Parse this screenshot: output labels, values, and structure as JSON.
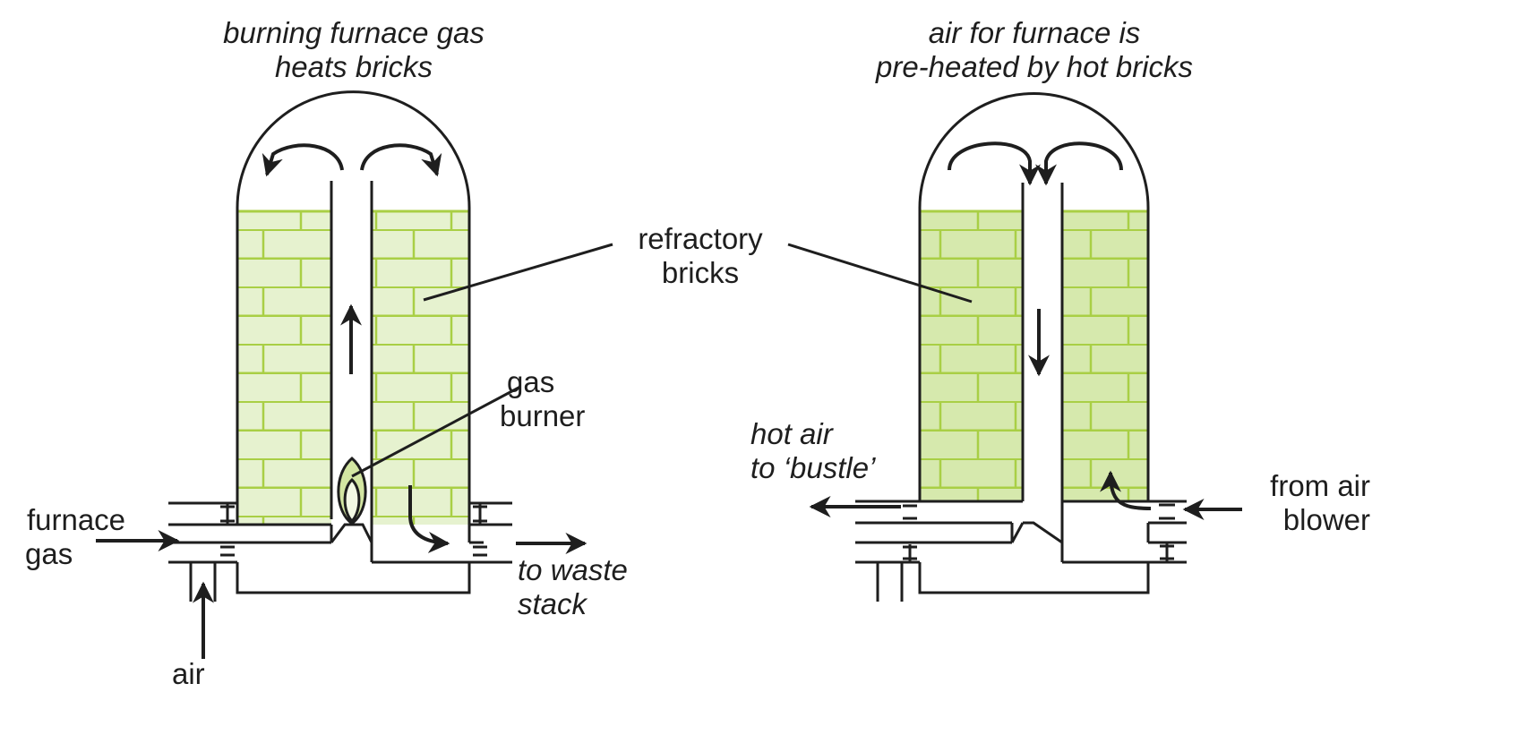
{
  "left_stove": {
    "caption_line1": "burning furnace gas",
    "caption_line2": "heats bricks",
    "inlet_gas_line1": "furnace",
    "inlet_gas_line2": "gas",
    "inlet_air": "air",
    "outlet_line1": "to waste",
    "outlet_line2": "stack",
    "burner_line1": "gas",
    "burner_line2": "burner"
  },
  "right_stove": {
    "caption_line1": "air for furnace is",
    "caption_line2": "pre-heated by hot bricks",
    "outlet_line1": "hot air",
    "outlet_line2": "to ‘bustle’",
    "inlet_line1": "from air",
    "inlet_line2": "blower"
  },
  "shared": {
    "bricks_line1": "refractory",
    "bricks_line2": "bricks"
  },
  "colors": {
    "brick_fill_heating": "#e6f2cf",
    "brick_fill_hot": "#d6e9ad",
    "brick_mortar": "#a9cf45",
    "flame_fill": "#d3e6a2",
    "line": "#1e1e1e"
  }
}
